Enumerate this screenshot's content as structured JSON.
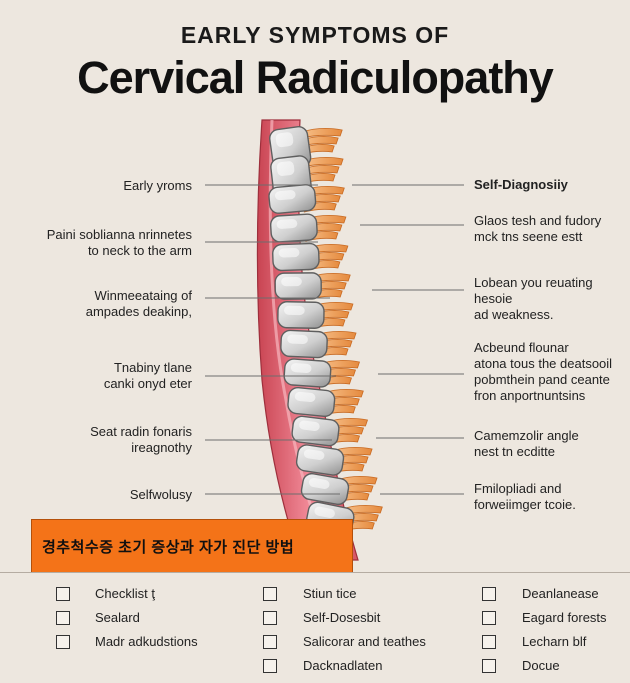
{
  "header": {
    "eyebrow": "EARLY SYMPTOMS OF",
    "title": "Cervical Radiculopathy"
  },
  "left_labels": [
    [
      "Early yroms"
    ],
    [
      "Paini soblianna nrinnetes",
      "to neck to the arm"
    ],
    [
      "Winmeeataing of",
      "ampades deakinp,"
    ],
    [
      "Tnabiny tlane",
      "canki onyd eter"
    ],
    [
      "Seat radin fonaris",
      "ireagnothy"
    ],
    [
      "Selfwolusy"
    ]
  ],
  "right_labels": [
    [
      "Self-Diagnosiiy"
    ],
    [
      "Glaos tesh and fudory",
      "mck tns seene estt"
    ],
    [
      "Lobean you reuating",
      "hesoie",
      "ad weakness."
    ],
    [
      "Acbeund flounar",
      "atona tous the deatsooil",
      "pobmthein pand ceante",
      "fron anportnuntsins"
    ],
    [
      "Camemzolir angle",
      "nest tn ecditte"
    ],
    [
      "Fmilopliadi and",
      "forweiimger tcoie."
    ]
  ],
  "banner": {
    "text": "경추척수증 초기 증상과 자가 진단 방법"
  },
  "checklist": {
    "col1": [
      "Checklist ţ",
      "Sealard",
      "Madr adkudstions"
    ],
    "col2": [
      "Stiun tice",
      "Self-Dosesbit",
      "Salicorar and teathes",
      "Dacknadlaten"
    ],
    "col3": [
      "Deanlanease",
      "Eagard forests",
      "Lecharn blf",
      "Docue"
    ]
  },
  "colors": {
    "background": "#ede7df",
    "banner": "#f47318",
    "spinal_cord": "#e86b78",
    "vertebra": "#c9c9c9",
    "nerve": "#f0a25e"
  }
}
